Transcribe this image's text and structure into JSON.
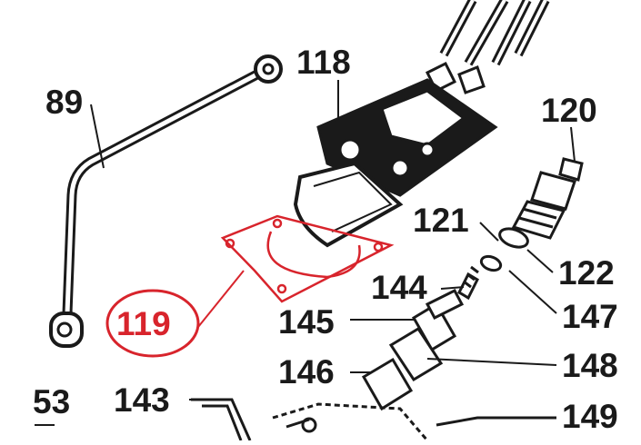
{
  "labels": {
    "p89": "89",
    "p118": "118",
    "p120": "120",
    "p121": "121",
    "p122": "122",
    "p144": "144",
    "p147": "147",
    "p145": "145",
    "p148": "148",
    "p146": "146",
    "p53": "53",
    "p143": "143",
    "p149": "149",
    "p119": "119"
  },
  "colors": {
    "ink": "#1a1a1a",
    "highlight": "#d8242c",
    "background": "#ffffff"
  }
}
